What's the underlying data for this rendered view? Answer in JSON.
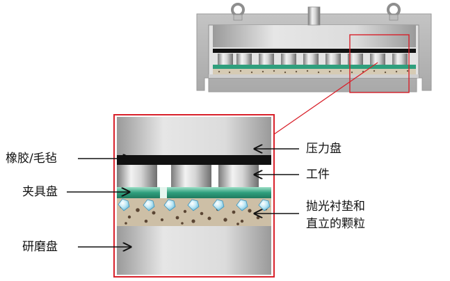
{
  "labels": {
    "rubber_felt": "橡胶/毛毡",
    "fixture_plate": "夹具盘",
    "grinding_plate": "研磨盘",
    "pressure_plate": "压力盘",
    "workpiece": "工件",
    "pad_line1": "抛光衬垫和",
    "pad_line2": "直立的颗粒"
  },
  "colors": {
    "highlight_red": "#d8202a",
    "machine_gray": "#bdbdbd",
    "fixture_teal": "#2e9e7e",
    "rubber_black": "#111111",
    "abrasive_tan": "#c9b89a"
  },
  "icons": [
    "eye-bolt-icon",
    "eye-bolt-icon",
    "arrow-icon"
  ]
}
